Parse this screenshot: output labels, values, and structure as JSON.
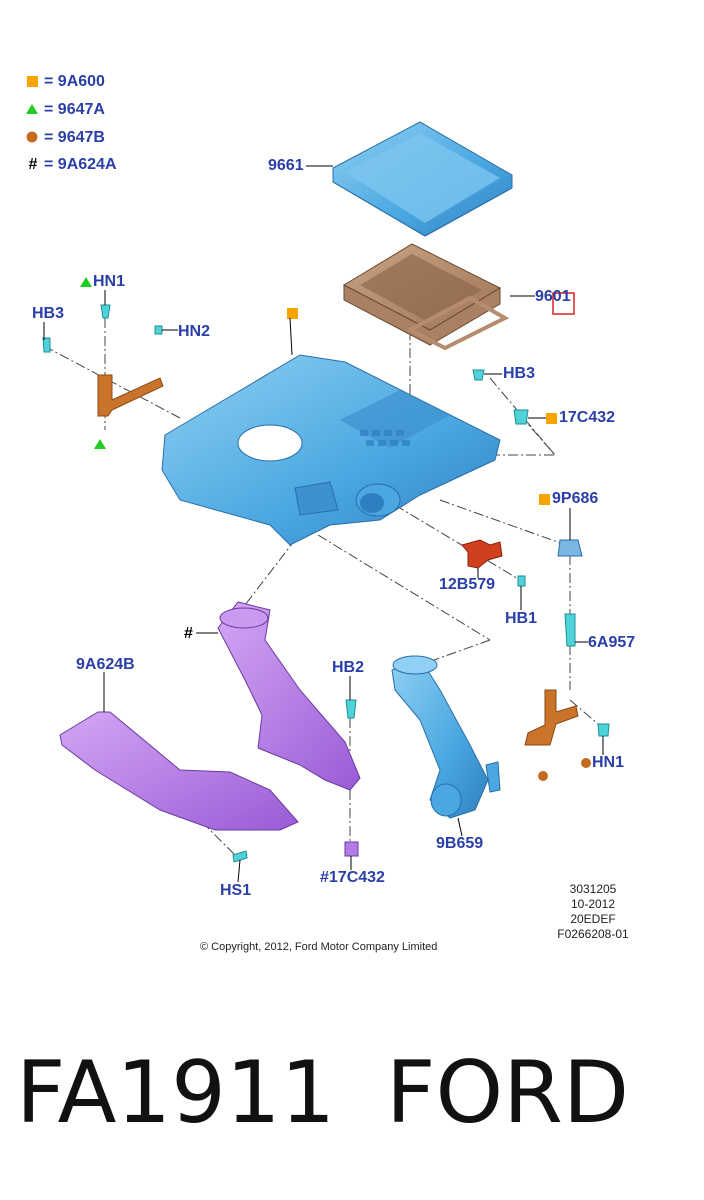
{
  "legend": [
    {
      "symbol": "square",
      "color": "#f5a400",
      "eq": "=",
      "code": "9A600"
    },
    {
      "symbol": "triangle",
      "color": "#22cc22",
      "eq": "=",
      "code": "9647A"
    },
    {
      "symbol": "circle",
      "color": "#c26a1e",
      "eq": "=",
      "code": "9647B"
    },
    {
      "symbol": "#",
      "color": "#000000",
      "eq": "=",
      "code": "9A624A"
    }
  ],
  "labels": {
    "p9661": "9661",
    "p9601": "9601",
    "hn1_top": "HN1",
    "hb3_left": "HB3",
    "hn2": "HN2",
    "hb3_right": "HB3",
    "c17c432_top": "17C432",
    "p9p686": "9P686",
    "p12b579": "12B579",
    "hb1": "HB1",
    "p6a957": "6A957",
    "hash_duct": "#",
    "p9a624b": "9A624B",
    "hb2": "HB2",
    "p9b659": "9B659",
    "hn1_bottom": "HN1",
    "hs1": "HS1",
    "c17c432_bottom": "#17C432"
  },
  "meta": {
    "line1": "3031205",
    "line2": "10-2012",
    "line3": "20EDEF",
    "line4": "F0266208-01"
  },
  "copyright": "© Copyright, 2012, Ford Motor Company Limited",
  "footer": {
    "part_number": "FA1911",
    "brand": "FORD"
  },
  "colors": {
    "label_blue": "#2a3fa8",
    "cover_blue": "#5fb6ea",
    "filter_brown": "#b58c6e",
    "duct_purple": "#b27be6",
    "bracket_orange": "#c9742a",
    "clip_cyan": "#4fd2d8",
    "highlight_red": "#e02020"
  }
}
